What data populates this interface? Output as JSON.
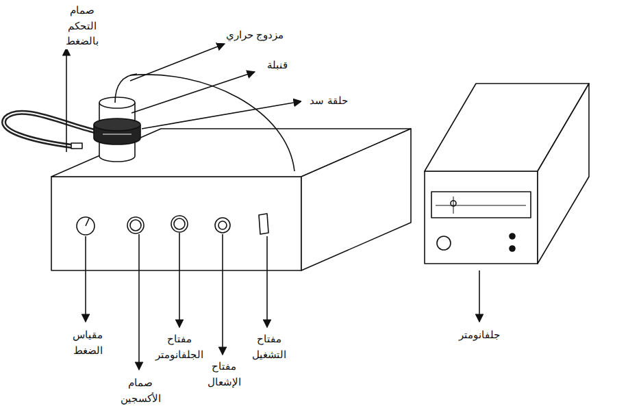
{
  "diagram": {
    "labels": [
      "صمام التحكم بالضغط",
      "مزدوج حراري",
      "قنبلة",
      "حلقة سد",
      "مقياس الضغط",
      "صمام الأكسجين",
      "مفتاح الجلفانومتر",
      "مفتاح الإشعال",
      "مفتاح التشغيل",
      "جلفانومتر"
    ]
  }
}
